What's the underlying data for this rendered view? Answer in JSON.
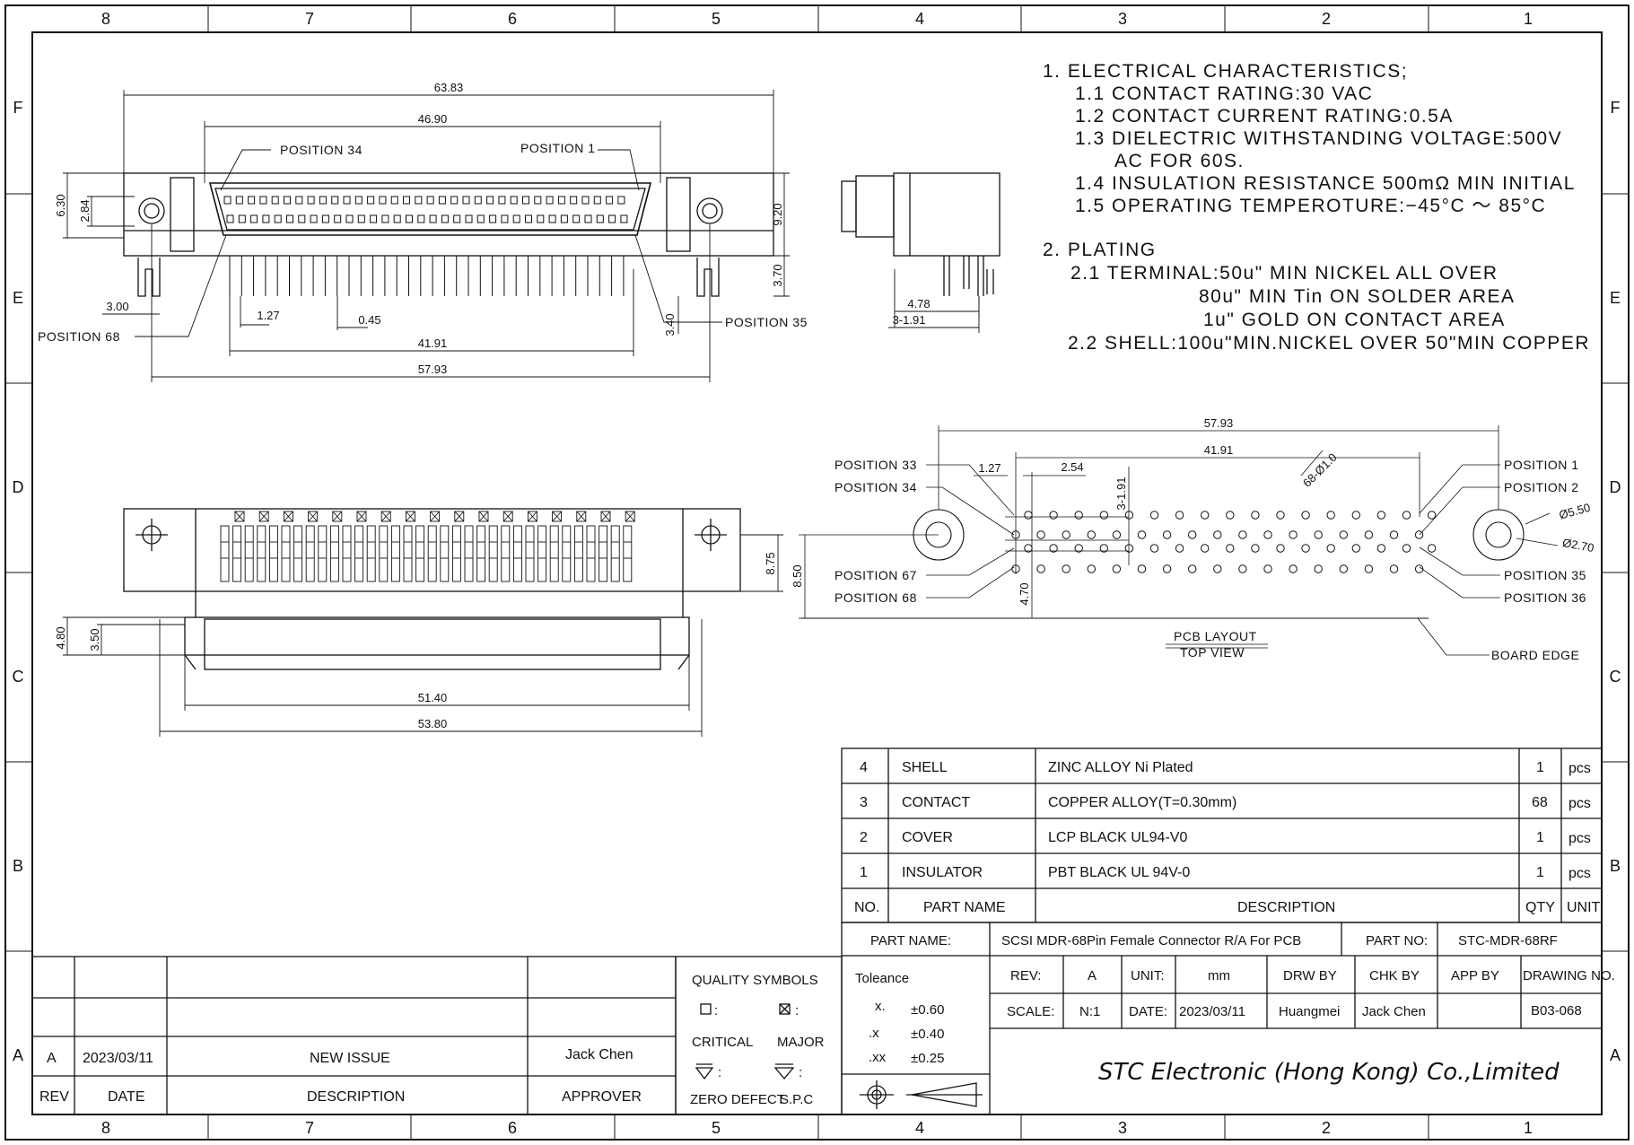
{
  "zones": {
    "columns": [
      "8",
      "7",
      "6",
      "5",
      "4",
      "3",
      "2",
      "1"
    ],
    "rows": [
      "F",
      "E",
      "D",
      "C",
      "B",
      "A"
    ]
  },
  "notes": {
    "lines": [
      "1.  ELECTRICAL  CHARACTERISTICS;",
      "1.1  CONTACT  RATING:30  VAC",
      "1.2  CONTACT  CURRENT  RATING:0.5A",
      "1.3  DIELECTRIC  WITHSTANDING  VOLTAGE:500V",
      "AC  FOR  60S.",
      "1.4  INSULATION  RESISTANCE  500mΩ  MIN  INITIAL",
      "1.5  OPERATING  TEMPEROTURE:−45°C  ～  85°C",
      "2.  PLATING",
      "2.1  TERMINAL:50u\"  MIN  NICKEL  ALL  OVER",
      "80u\"  MIN  Tin  ON  SOLDER  AREA",
      "1u\"  GOLD  ON  CONTACT  AREA",
      "2.2  SHELL:100u\"MIN.NICKEL  OVER  50\"MIN  COPPER"
    ]
  },
  "front_view": {
    "dims": [
      "63.83",
      "46.90",
      "6.30",
      "2.84",
      "9.20",
      "3.70",
      "3.00",
      "1.27",
      "0.45",
      "3.40",
      "41.91",
      "57.93"
    ],
    "labels": [
      "POSITION  34",
      "POSITION  1",
      "POSITION  68",
      "POSITION  35"
    ]
  },
  "side_view": {
    "dims": [
      "4.78",
      "3-1.91"
    ]
  },
  "bottom_view": {
    "dims": [
      "8.75",
      "4.80",
      "3.50",
      "51.40",
      "53.80"
    ]
  },
  "pcb_layout": {
    "dims": [
      "57.93",
      "41.91",
      "1.27",
      "2.54",
      "3-1.91",
      "68-Ø1.0",
      "Ø5.50",
      "Ø2.70",
      "8.50",
      "4.70"
    ],
    "labels_left": [
      "POSITION  33",
      "POSITION  34",
      "POSITION  67",
      "POSITION  68"
    ],
    "labels_right": [
      "POSITION  1",
      "POSITION  2",
      "POSITION  35",
      "POSITION  36"
    ],
    "title": "PCB  LAYOUT",
    "subtitle": "TOP  VIEW",
    "board_edge": "BOARD  EDGE"
  },
  "bom": {
    "rows": [
      {
        "no": "4",
        "part": "SHELL",
        "desc": "ZINC  ALLOY  Ni  Plated",
        "qty": "1",
        "unit": "pcs"
      },
      {
        "no": "3",
        "part": "CONTACT",
        "desc": "COPPER  ALLOY(T=0.30mm)",
        "qty": "68",
        "unit": "pcs"
      },
      {
        "no": "2",
        "part": "COVER",
        "desc": "LCP  BLACK  UL94-V0",
        "qty": "1",
        "unit": "pcs"
      },
      {
        "no": "1",
        "part": "INSULATOR",
        "desc": "PBT  BLACK  UL  94V-0",
        "qty": "1",
        "unit": "pcs"
      }
    ],
    "header": {
      "no": "NO.",
      "part": "PART  NAME",
      "desc": "DESCRIPTION",
      "qty": "QTY",
      "unit": "UNIT"
    }
  },
  "title_block": {
    "part_name_label": "PART      NAME:",
    "part_name": "SCSI  MDR-68Pin  Female  Connector  R/A  For  PCB",
    "part_no_label": "PART  NO:",
    "part_no": "STC-MDR-68RF",
    "tolerance_label": "Toleance",
    "tol_rows": [
      [
        "x.",
        "±0.60"
      ],
      [
        ".x",
        "±0.40"
      ],
      [
        ".xx",
        "±0.25"
      ]
    ],
    "rev_label": "REV:",
    "rev": "A",
    "unit_label": "UNIT:",
    "unit": "mm",
    "drw_label": "DRW  BY",
    "chk_label": "CHK  BY",
    "app_label": "APP  BY",
    "drawing_no_label": "DRAWING  NO.",
    "scale_label": "SCALE:",
    "scale": "N:1",
    "date_label": "DATE:",
    "date": "2023/03/11",
    "drawn_by": "Huangmei",
    "checked_by": "Jack  Chen",
    "drawing_no": "B03-068",
    "company": "STC Electronic (Hong Kong) Co.,Limited"
  },
  "quality": {
    "title": "QUALITY  SYMBOLS",
    "critical": "CRITICAL",
    "major": "MAJOR",
    "zero_defect": "ZERO  DEFECT",
    "spc": "S.P.C"
  },
  "revisions": {
    "headers": {
      "rev": "REV",
      "date": "DATE",
      "desc": "DESCRIPTION",
      "approver": "APPROVER"
    },
    "rows": [
      {
        "rev": "A",
        "date": "2023/03/11",
        "desc": "NEW  ISSUE",
        "approver": "Jack  Chen"
      }
    ]
  }
}
